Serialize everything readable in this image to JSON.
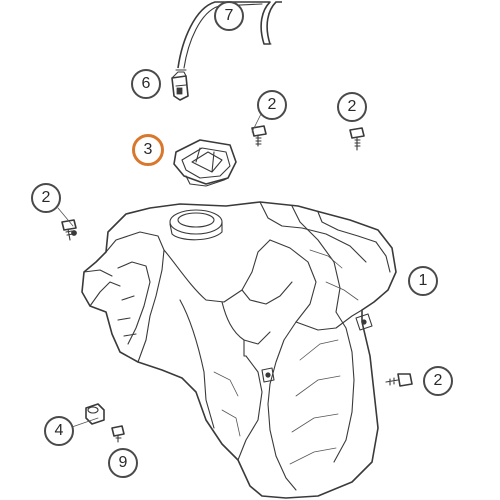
{
  "diagram": {
    "highlight_color": "#d9782d",
    "line_color": "#3a3a3a",
    "background": "#ffffff",
    "parts": [
      {
        "id": "fuel-tank",
        "label": "1"
      },
      {
        "id": "screw",
        "label": "2"
      },
      {
        "id": "fuel-cap",
        "label": "3",
        "highlighted": true
      },
      {
        "id": "bushing",
        "label": "4"
      },
      {
        "id": "breather-valve",
        "label": "6"
      },
      {
        "id": "breather-hose",
        "label": "7"
      },
      {
        "id": "small-screw",
        "label": "9"
      }
    ],
    "callouts": [
      {
        "label": "7",
        "part": "breather-hose"
      },
      {
        "label": "6",
        "part": "breather-valve"
      },
      {
        "label": "2",
        "part": "screw"
      },
      {
        "label": "2",
        "part": "screw"
      },
      {
        "label": "3",
        "part": "fuel-cap"
      },
      {
        "label": "2",
        "part": "screw"
      },
      {
        "label": "1",
        "part": "fuel-tank"
      },
      {
        "label": "2",
        "part": "screw"
      },
      {
        "label": "4",
        "part": "bushing"
      },
      {
        "label": "9",
        "part": "small-screw"
      }
    ]
  }
}
